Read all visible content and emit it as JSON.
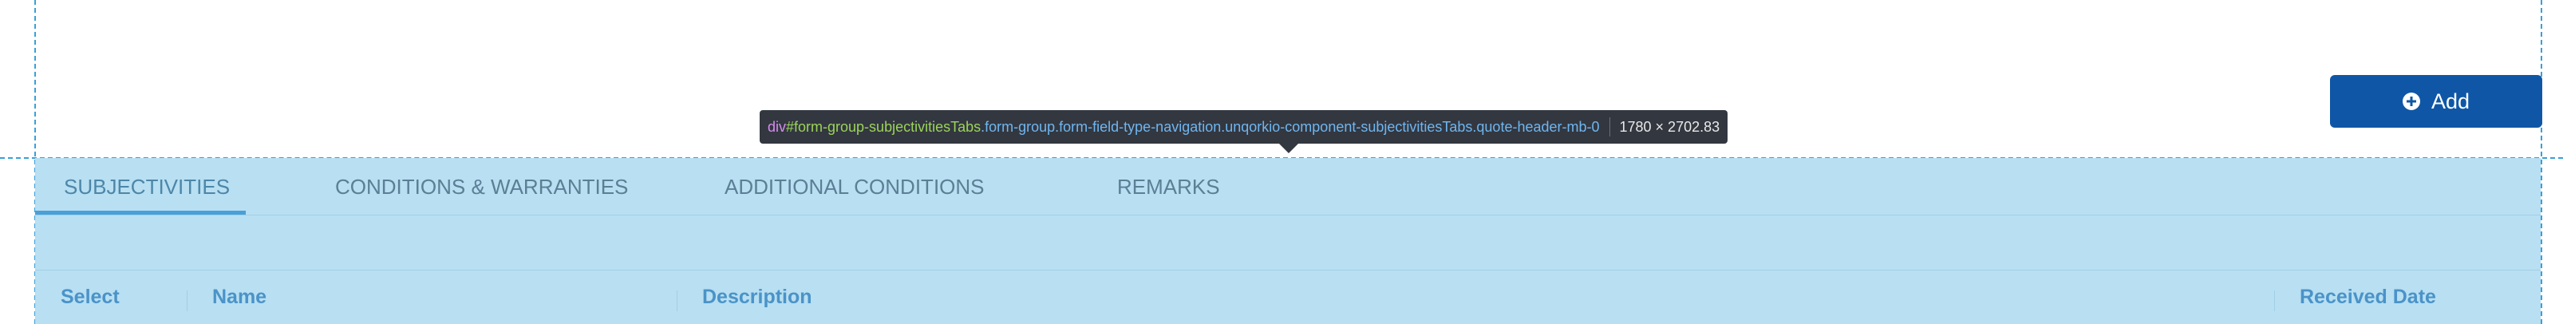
{
  "toolbar": {
    "add_label": "Add"
  },
  "inspector": {
    "tag": "div",
    "id": "#form-group-subjectivitiesTabs",
    "classes": ".form-group.form-field-type-navigation.unqorkio-component-subjectivitiesTabs.quote-header-mb-0",
    "dimensions": "1780 × 2702.83"
  },
  "tabs": [
    {
      "label": "SUBJECTIVITIES",
      "active": true
    },
    {
      "label": "CONDITIONS & WARRANTIES",
      "active": false
    },
    {
      "label": "ADDITIONAL CONDITIONS",
      "active": false
    },
    {
      "label": "REMARKS",
      "active": false
    }
  ],
  "table": {
    "columns": [
      "Select",
      "Name",
      "Description",
      "Received Date"
    ]
  },
  "colors": {
    "accent": "#0f57a6",
    "highlight": "#b8dff2",
    "tab_underline": "#4a9fd6"
  }
}
